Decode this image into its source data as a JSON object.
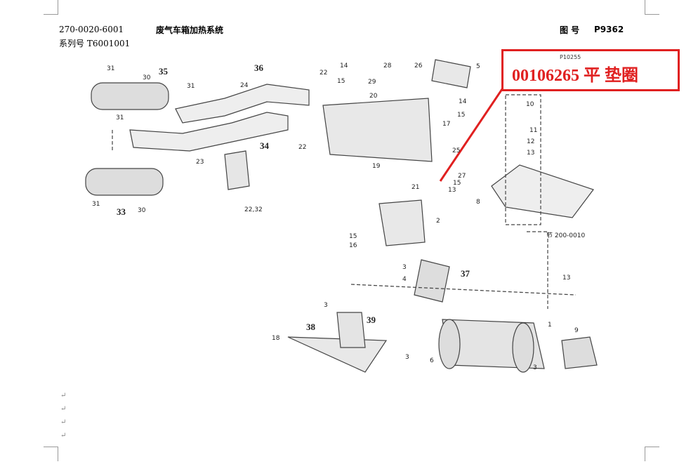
{
  "header": {
    "doc_code": "270-0020-6001",
    "title": "废气车箱加热系统",
    "figure_label": "图 号",
    "figure_number": "P9362",
    "series_label": "系列号",
    "series_number": "T6001001"
  },
  "callout": {
    "ref": "P10255",
    "part_number": "00106265",
    "part_name": "平 垫圈",
    "color": "#e02020"
  },
  "diagram": {
    "section_note": "节 200-0010",
    "labels": [
      "31",
      "30",
      "35",
      "31",
      "36",
      "24",
      "22",
      "31",
      "34",
      "23",
      "22",
      "22,32",
      "31",
      "33",
      "30",
      "14",
      "15",
      "28",
      "26",
      "29",
      "20",
      "17",
      "5",
      "10",
      "11",
      "12",
      "13",
      "14",
      "15",
      "25",
      "27",
      "15",
      "13",
      "19",
      "21",
      "8",
      "2",
      "15",
      "16",
      "3",
      "4",
      "37",
      "3",
      "38",
      "39",
      "18",
      "3",
      "6",
      "1",
      "9",
      "3",
      "13"
    ]
  },
  "paragraph_mark": "↵"
}
